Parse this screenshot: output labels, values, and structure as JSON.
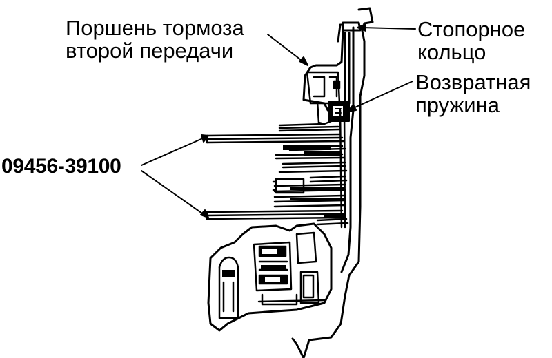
{
  "colors": {
    "background": "#ffffff",
    "ink": "#000000"
  },
  "labels": {
    "piston": {
      "line1": "Поршень тормоза",
      "line2": "второй передачи"
    },
    "snap_ring": {
      "line1": "Стопорное",
      "line2": "кольцо"
    },
    "return_spring": {
      "line1": "Возвратная",
      "line2": "пружина"
    },
    "special_tool": "09456-39100"
  }
}
